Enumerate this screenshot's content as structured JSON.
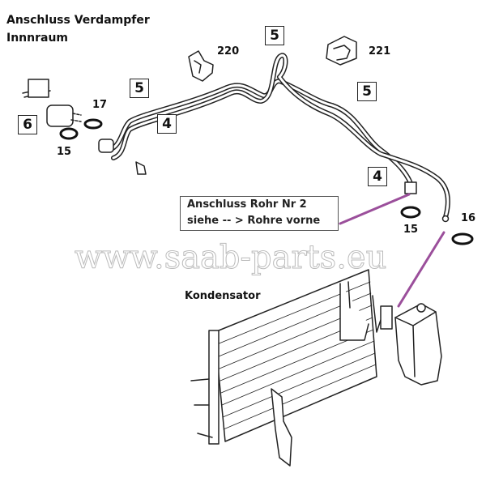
{
  "title": {
    "line1": "Anschluss  Verdampfer",
    "line2": "Innnraum"
  },
  "part_boxes": {
    "p5_top": "5",
    "p5_left": "5",
    "p5_right": "5",
    "p6": "6",
    "p4_left": "4",
    "p4_right": "4"
  },
  "part_numbers": {
    "n220": "220",
    "n221": "221",
    "n17": "17",
    "n15_left": "15",
    "n15_right": "15",
    "n16": "16"
  },
  "callout": {
    "line1": "Anschluss  Rohr Nr   2",
    "line2": "siehe -- > Rohre vorne"
  },
  "watermark": "www.saab-parts.eu",
  "condenser_label": "Kondensator",
  "colors": {
    "leader": "#9b4f9b",
    "line": "#222222"
  }
}
